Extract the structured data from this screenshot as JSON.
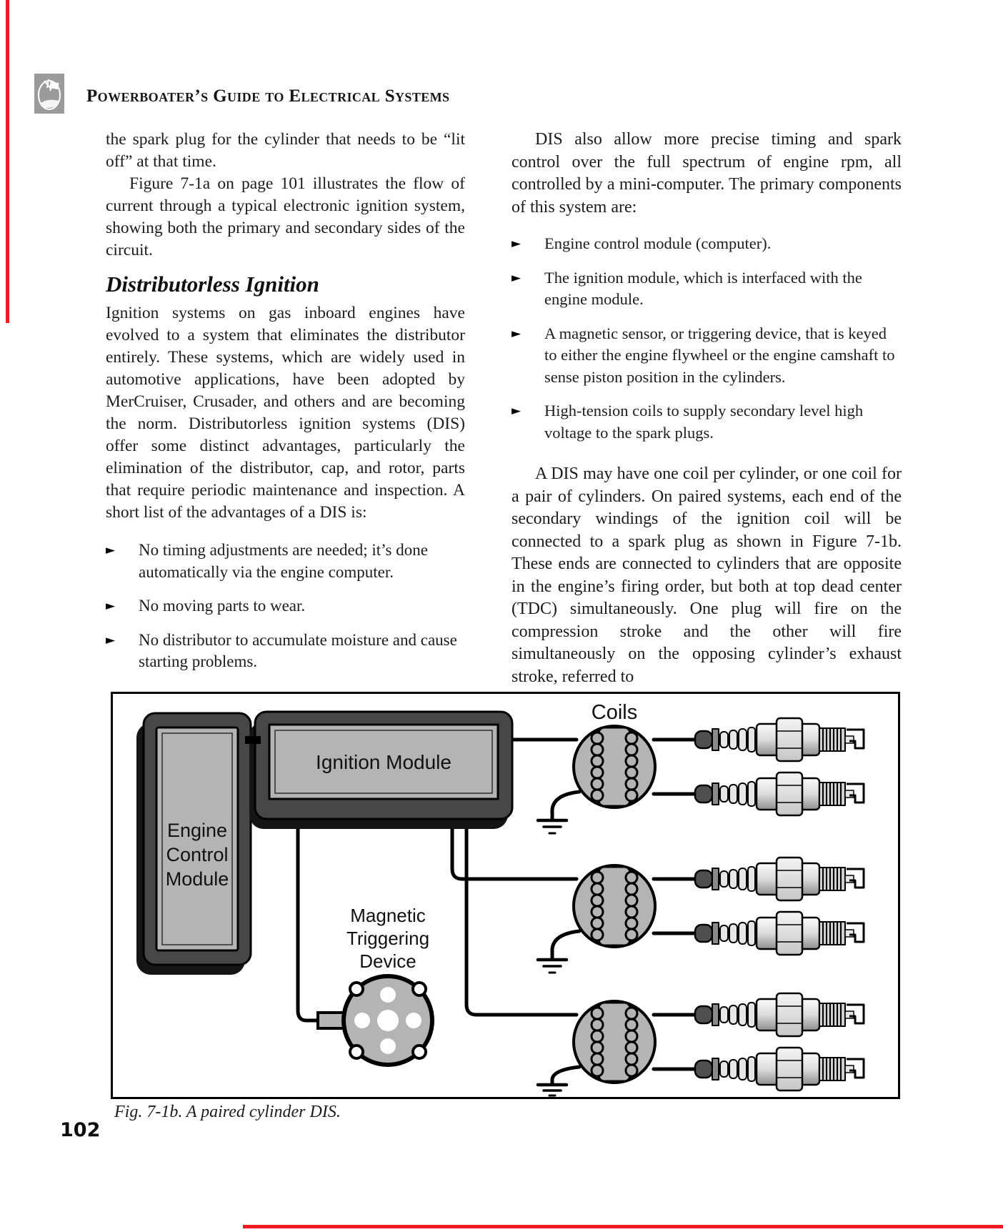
{
  "page": {
    "number": "102"
  },
  "edge_marks": {
    "color": "#ee1c23"
  },
  "header": {
    "icon": "publisher-logo-icon",
    "title": "Powerboater’s Guide to Electrical Systems"
  },
  "left_column": {
    "para_continuation": "the spark plug for the cylinder that needs to be “lit off” at that time.",
    "para_figure_ref": "Figure 7-1a on page 101 illustrates the flow of current through a typical electronic ignition system, showing both the primary and secondary sides of the circuit.",
    "section_heading": "Distributorless Ignition",
    "section_intro": "Ignition systems on gas inboard engines have evolved to a system that eliminates the distributor entirely. These systems, which are widely used in automotive applications, have been adopted by MerCruiser, Crusader, and others and are becoming the norm. Distributorless ignition systems (DIS) offer some distinct advantages, particularly the elimination of the distributor, cap, and rotor, parts that require periodic maintenance and inspection. A short list of the advantages of a DIS is:",
    "bullet_marker": "►",
    "bullets": [
      "No timing adjustments are needed; it’s done automatically via the engine computer.",
      "No moving parts to wear.",
      "No distributor to accumulate moisture and cause starting problems."
    ]
  },
  "right_column": {
    "para_dis": "DIS also allow more precise timing and spark control over the full spectrum of engine rpm, all controlled by a mini-computer. The primary components of this system are:",
    "bullet_marker": "►",
    "bullets": [
      "Engine control module (computer).",
      "The ignition module, which is interfaced with the engine module.",
      "A magnetic sensor, or triggering device, that is keyed to either the engine flywheel or the engine camshaft to sense piston position in the cylinders.",
      "High-tension coils to supply secondary level high voltage to the spark plugs."
    ],
    "para_pairing": "A DIS may have one coil per cylinder, or one coil for a pair of cylinders. On paired systems, each end of the secondary windings of the ignition coil will be connected to a spark plug as shown in Figure 7-1b. These ends are connected to cylinders that are opposite in the engine’s firing order, but both at top dead center (TDC) simultaneously. One plug will fire on the compression stroke and the other will fire simultaneously on the opposing cylinder’s exhaust stroke, referred to"
  },
  "figure": {
    "caption": "Fig. 7-1b. A paired cylinder DIS.",
    "labels": {
      "ecm": [
        "Engine",
        "Control",
        "Module"
      ],
      "ignition_module": "Ignition Module",
      "coils": "Coils",
      "mtd": [
        "Magnetic",
        "Triggering",
        "Device"
      ]
    },
    "colors": {
      "device_fill": "#b4b4b4",
      "module_dark": "#474747",
      "shadow": "#151515",
      "line": "#000000"
    }
  }
}
